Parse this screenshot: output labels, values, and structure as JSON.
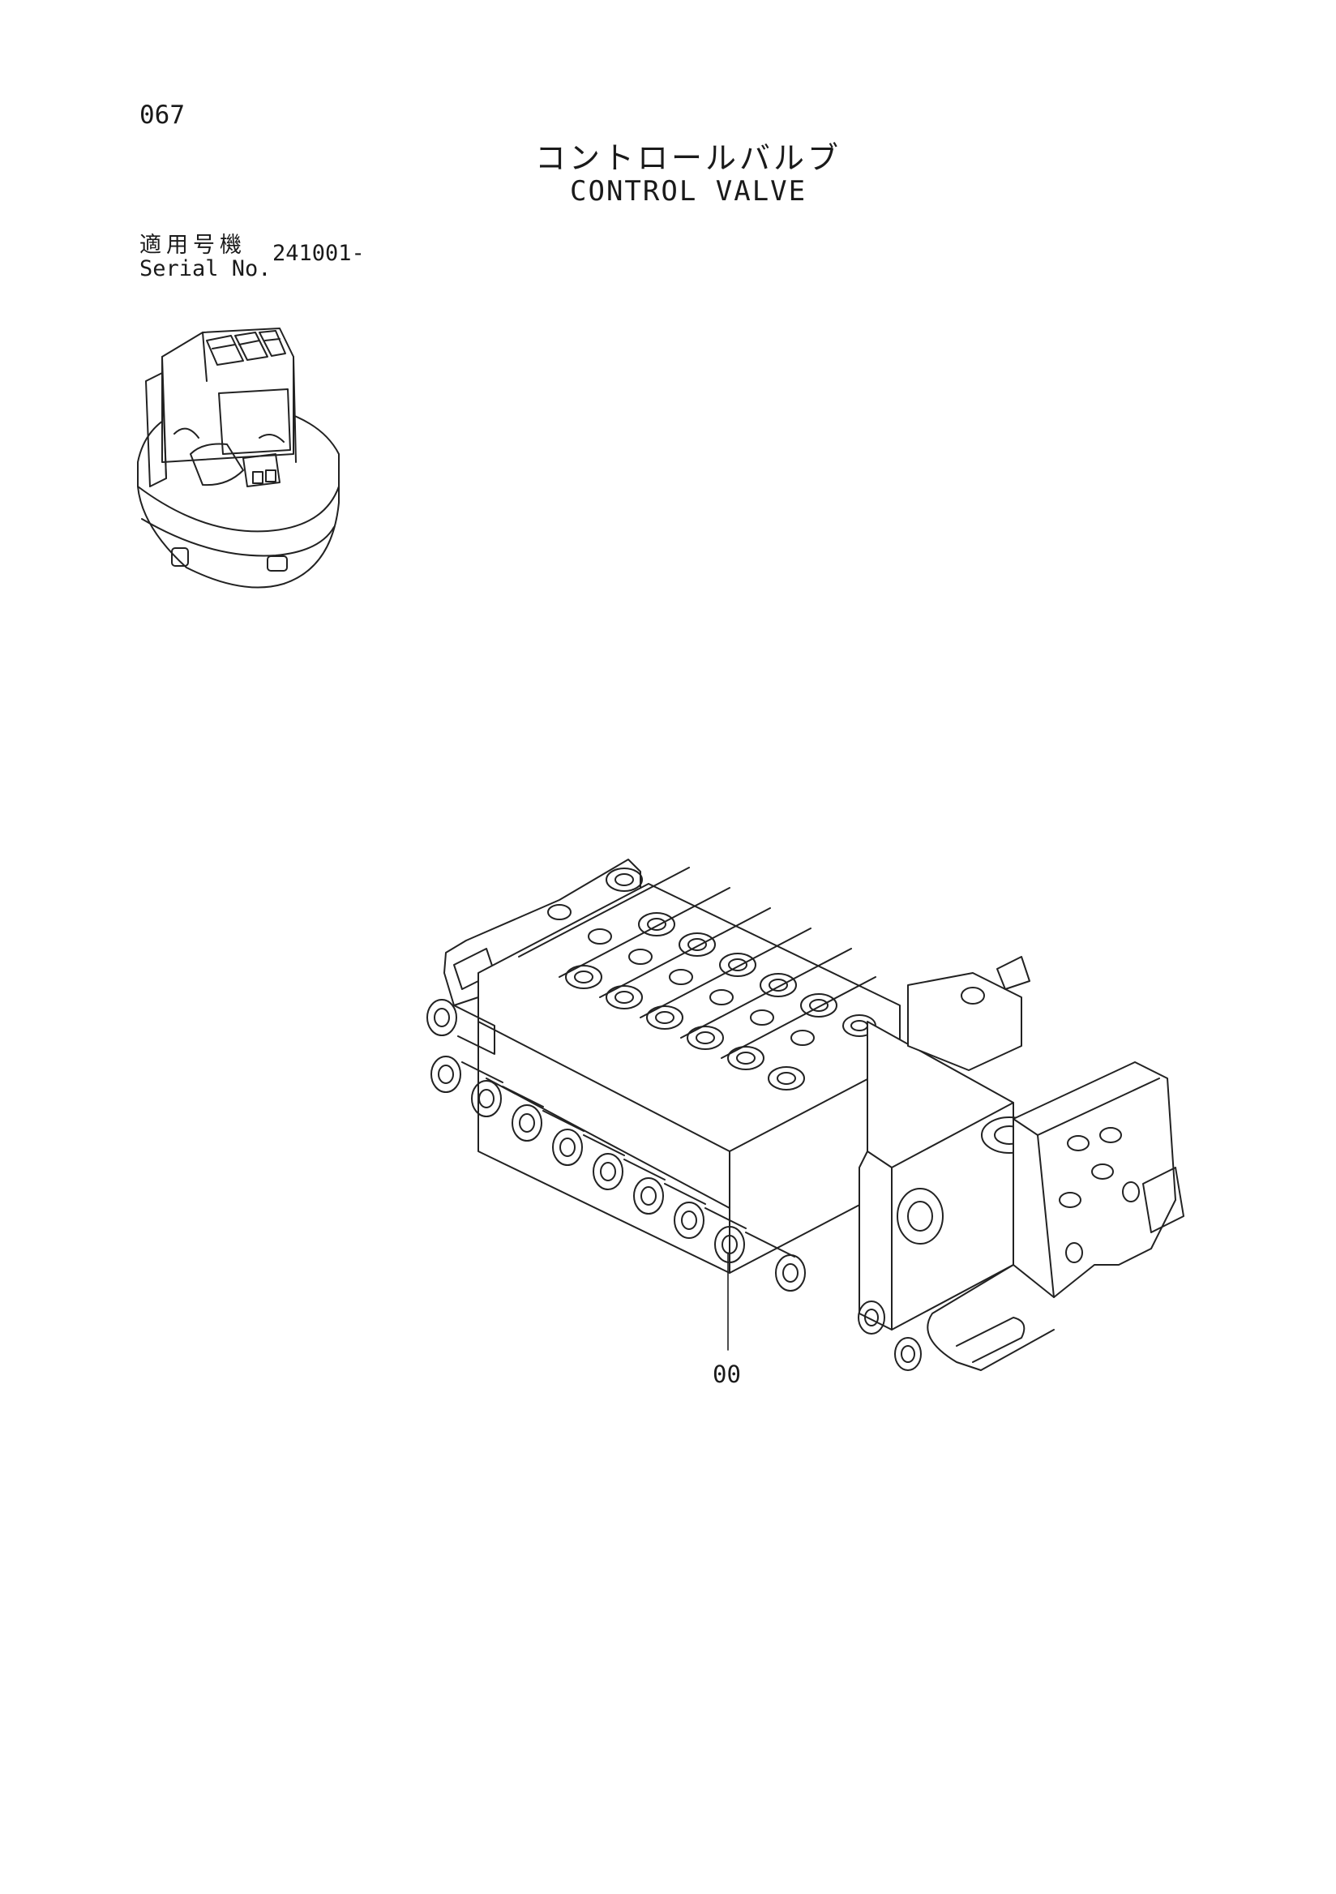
{
  "header": {
    "page_number": "067",
    "title_jp": "コントロールバルブ",
    "title_en": "CONTROL VALVE"
  },
  "serial": {
    "label_jp": "適用号機",
    "label_en": "Serial No.",
    "value": "241001-"
  },
  "callouts": {
    "part_label": "00"
  },
  "colors": {
    "line": "#222222",
    "background": "#ffffff"
  }
}
